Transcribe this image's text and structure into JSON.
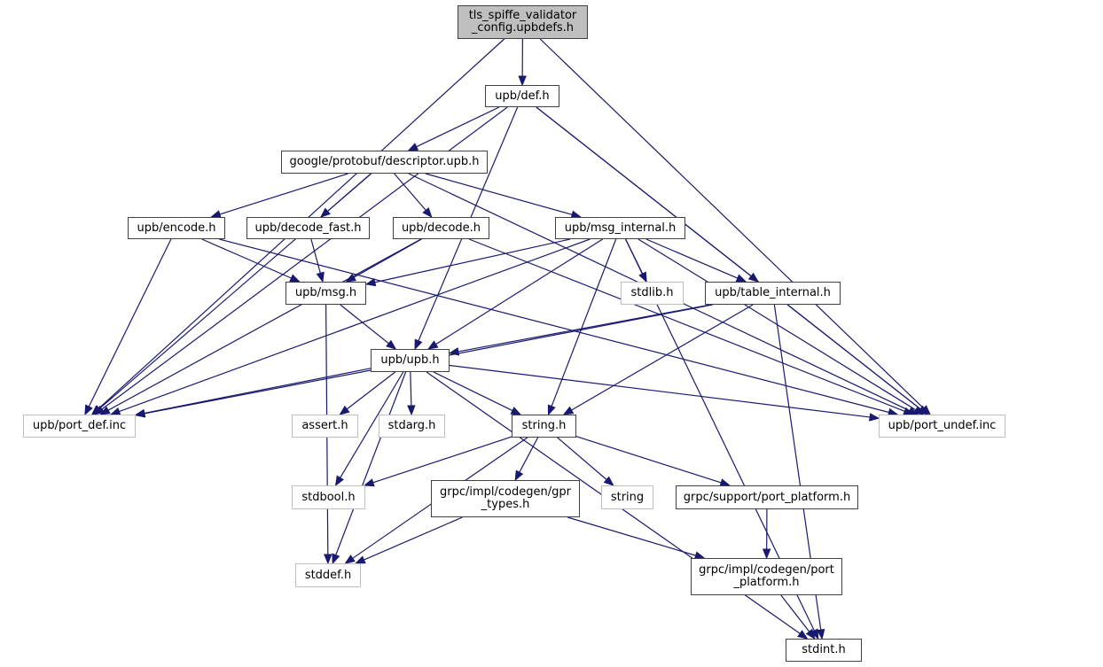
{
  "title": "tls_spiffe_validator_config.upbdefs.h include dependency graph",
  "colors": {
    "edge": "#191970",
    "root_fill": "#bfbfbf",
    "node_border": "#404040",
    "system_border": "#bfbfbf"
  },
  "nodes": [
    {
      "id": "root",
      "label": "tls_spiffe_validator\n_config.upbdefs.h",
      "kind": "root"
    },
    {
      "id": "def",
      "label": "upb/def.h",
      "kind": "local"
    },
    {
      "id": "descriptor",
      "label": "google/protobuf/descriptor.upb.h",
      "kind": "local"
    },
    {
      "id": "encode",
      "label": "upb/encode.h",
      "kind": "local"
    },
    {
      "id": "decode_fast",
      "label": "upb/decode_fast.h",
      "kind": "local"
    },
    {
      "id": "decode",
      "label": "upb/decode.h",
      "kind": "local"
    },
    {
      "id": "msg_internal",
      "label": "upb/msg_internal.h",
      "kind": "local"
    },
    {
      "id": "msg",
      "label": "upb/msg.h",
      "kind": "local"
    },
    {
      "id": "stdlib",
      "label": "stdlib.h",
      "kind": "system"
    },
    {
      "id": "table_internal",
      "label": "upb/table_internal.h",
      "kind": "local"
    },
    {
      "id": "upb",
      "label": "upb/upb.h",
      "kind": "local"
    },
    {
      "id": "port_def",
      "label": "upb/port_def.inc",
      "kind": "system"
    },
    {
      "id": "assert",
      "label": "assert.h",
      "kind": "system"
    },
    {
      "id": "stdarg",
      "label": "stdarg.h",
      "kind": "system"
    },
    {
      "id": "string_h",
      "label": "string.h",
      "kind": "local"
    },
    {
      "id": "port_undef",
      "label": "upb/port_undef.inc",
      "kind": "system"
    },
    {
      "id": "stdbool",
      "label": "stdbool.h",
      "kind": "system"
    },
    {
      "id": "gpr_types",
      "label": "grpc/impl/codegen/gpr\n_types.h",
      "kind": "local"
    },
    {
      "id": "string",
      "label": "string",
      "kind": "system"
    },
    {
      "id": "support_port",
      "label": "grpc/support/port_platform.h",
      "kind": "local"
    },
    {
      "id": "stddef",
      "label": "stddef.h",
      "kind": "system"
    },
    {
      "id": "codegen_port",
      "label": "grpc/impl/codegen/port\n_platform.h",
      "kind": "local"
    },
    {
      "id": "stdint",
      "label": "stdint.h",
      "kind": "local"
    }
  ],
  "edges": [
    [
      "root",
      "def"
    ],
    [
      "root",
      "port_def"
    ],
    [
      "root",
      "port_undef"
    ],
    [
      "def",
      "descriptor"
    ],
    [
      "def",
      "upb"
    ],
    [
      "def",
      "table_internal"
    ],
    [
      "def",
      "port_def"
    ],
    [
      "def",
      "port_undef"
    ],
    [
      "descriptor",
      "encode"
    ],
    [
      "descriptor",
      "decode_fast"
    ],
    [
      "descriptor",
      "decode"
    ],
    [
      "descriptor",
      "msg_internal"
    ],
    [
      "descriptor",
      "port_def"
    ],
    [
      "descriptor",
      "port_undef"
    ],
    [
      "encode",
      "msg"
    ],
    [
      "encode",
      "port_def"
    ],
    [
      "encode",
      "port_undef"
    ],
    [
      "decode_fast",
      "msg"
    ],
    [
      "decode",
      "msg"
    ],
    [
      "decode",
      "port_def"
    ],
    [
      "decode",
      "port_undef"
    ],
    [
      "msg_internal",
      "msg"
    ],
    [
      "msg_internal",
      "upb"
    ],
    [
      "msg_internal",
      "stdlib"
    ],
    [
      "msg_internal",
      "table_internal"
    ],
    [
      "msg_internal",
      "string_h"
    ],
    [
      "msg_internal",
      "stdint"
    ],
    [
      "msg_internal",
      "port_def"
    ],
    [
      "msg_internal",
      "port_undef"
    ],
    [
      "msg",
      "upb"
    ],
    [
      "msg",
      "stddef"
    ],
    [
      "table_internal",
      "upb"
    ],
    [
      "table_internal",
      "string_h"
    ],
    [
      "table_internal",
      "stdint"
    ],
    [
      "table_internal",
      "port_def"
    ],
    [
      "table_internal",
      "port_undef"
    ],
    [
      "upb",
      "assert"
    ],
    [
      "upb",
      "stdarg"
    ],
    [
      "upb",
      "stdbool"
    ],
    [
      "upb",
      "string_h"
    ],
    [
      "upb",
      "stddef"
    ],
    [
      "upb",
      "stdint"
    ],
    [
      "upb",
      "port_def"
    ],
    [
      "upb",
      "port_undef"
    ],
    [
      "string_h",
      "stdbool"
    ],
    [
      "string_h",
      "gpr_types"
    ],
    [
      "string_h",
      "string"
    ],
    [
      "string_h",
      "support_port"
    ],
    [
      "string_h",
      "stddef"
    ],
    [
      "gpr_types",
      "stddef"
    ],
    [
      "gpr_types",
      "codegen_port"
    ],
    [
      "support_port",
      "codegen_port"
    ],
    [
      "codegen_port",
      "stdint"
    ]
  ]
}
